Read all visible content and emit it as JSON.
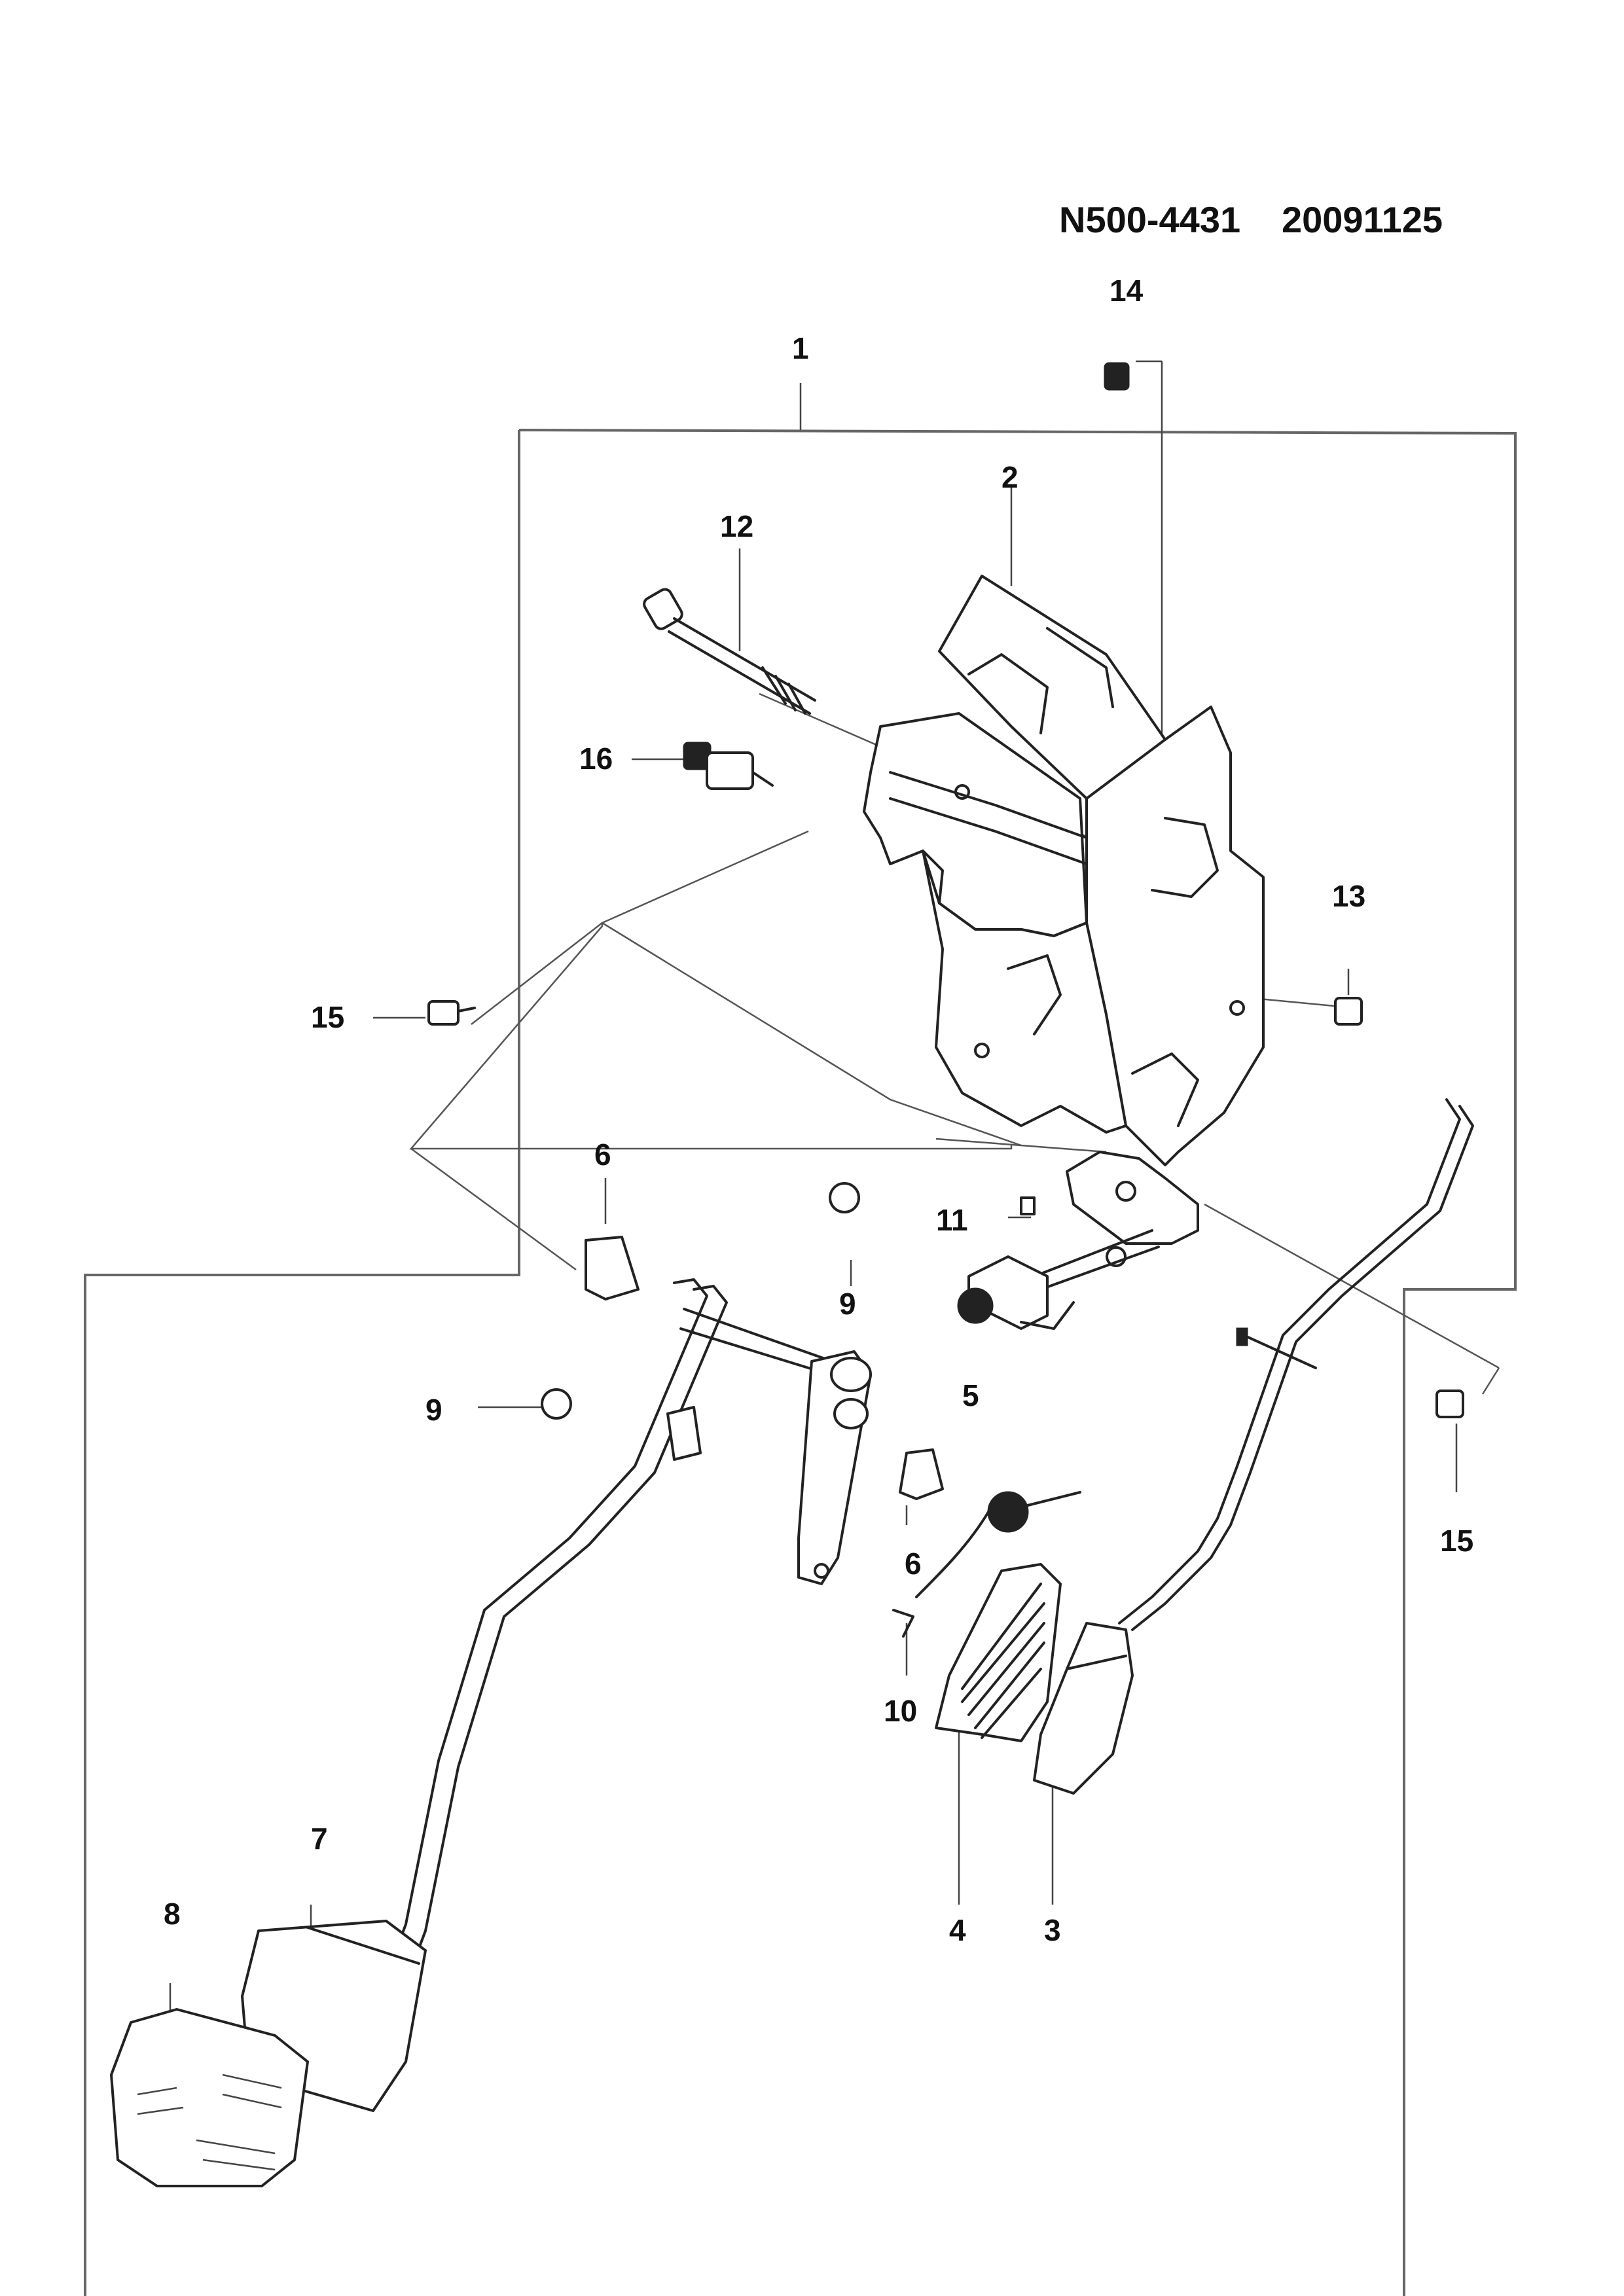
{
  "header": {
    "document_id": "N500-4431",
    "date_code": "20091125"
  },
  "callouts": {
    "c1": "1",
    "c2": "2",
    "c3": "3",
    "c4": "4",
    "c5": "5",
    "c6a": "6",
    "c6b": "6",
    "c7": "7",
    "c8": "8",
    "c9a": "9",
    "c9b": "9",
    "c10": "10",
    "c11": "11",
    "c12": "12",
    "c13": "13",
    "c14": "14",
    "c15a": "15",
    "c15b": "15",
    "c16": "16"
  },
  "colors": {
    "line": "#222222",
    "border": "#666666",
    "background": "#ffffff"
  }
}
